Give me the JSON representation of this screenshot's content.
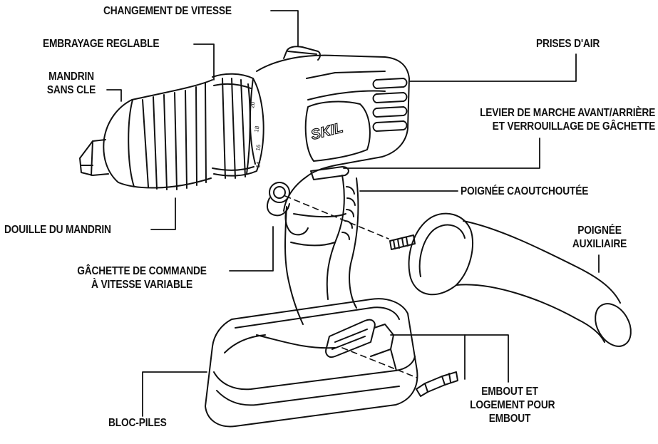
{
  "labels": {
    "changement_vitesse": "CHANGEMENT DE VITESSE",
    "embrayage": "EMBRAYAGE REGLABLE",
    "mandrin_l1": "MANDRIN",
    "mandrin_l2": "SANS CLE",
    "prises_air": "PRISES D'AIR",
    "levier_l1": "LEVIER DE MARCHE AVANT/ARRIÈRE",
    "levier_l2": "ET VERROUILLAGE DE GÂCHETTE",
    "poignee_caoutchoutee": "POIGNÉE CAOUTCHOUTÉE",
    "douille": "DOUILLE DU MANDRIN",
    "poignee_aux_l1": "POIGNÉE",
    "poignee_aux_l2": "AUXILIAIRE",
    "gachette_l1": "GÂCHETTE DE COMMANDE",
    "gachette_l2": "À VITESSE VARIABLE",
    "bloc_piles": "BLOC-PILES",
    "embout_l1": "EMBOUT ET",
    "embout_l2": "LOGEMENT POUR",
    "embout_l3": "EMBOUT"
  },
  "brand": "SKIL",
  "clutch_scale": [
    "20",
    "18",
    "16",
    "14"
  ],
  "colors": {
    "line": "#111111",
    "background": "#ffffff"
  }
}
